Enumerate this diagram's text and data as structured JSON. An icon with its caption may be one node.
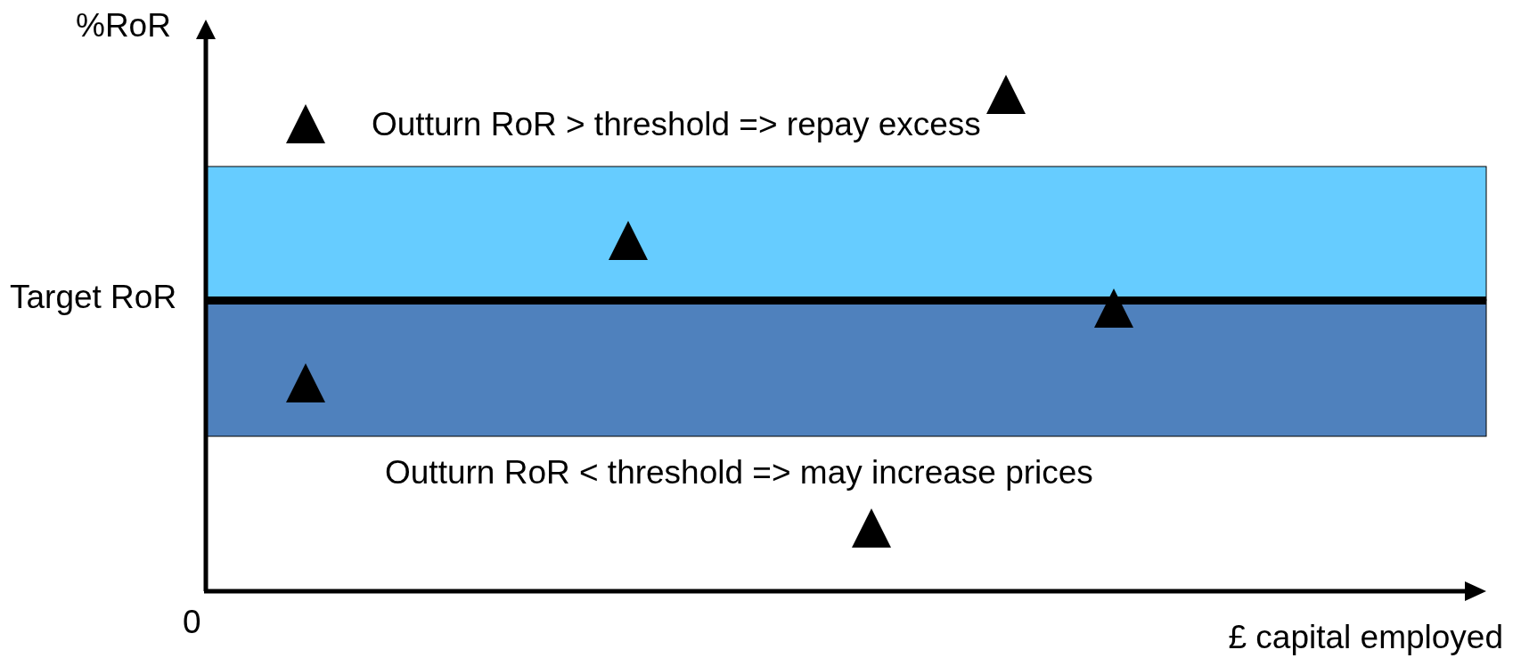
{
  "diagram": {
    "labels": [
      "%RoR",
      "Outturn RoR > threshold => repay excess",
      "Target RoR",
      "Outturn RoR < threshold => may increase prices",
      "0",
      "£ capital employed"
    ]
  }
}
